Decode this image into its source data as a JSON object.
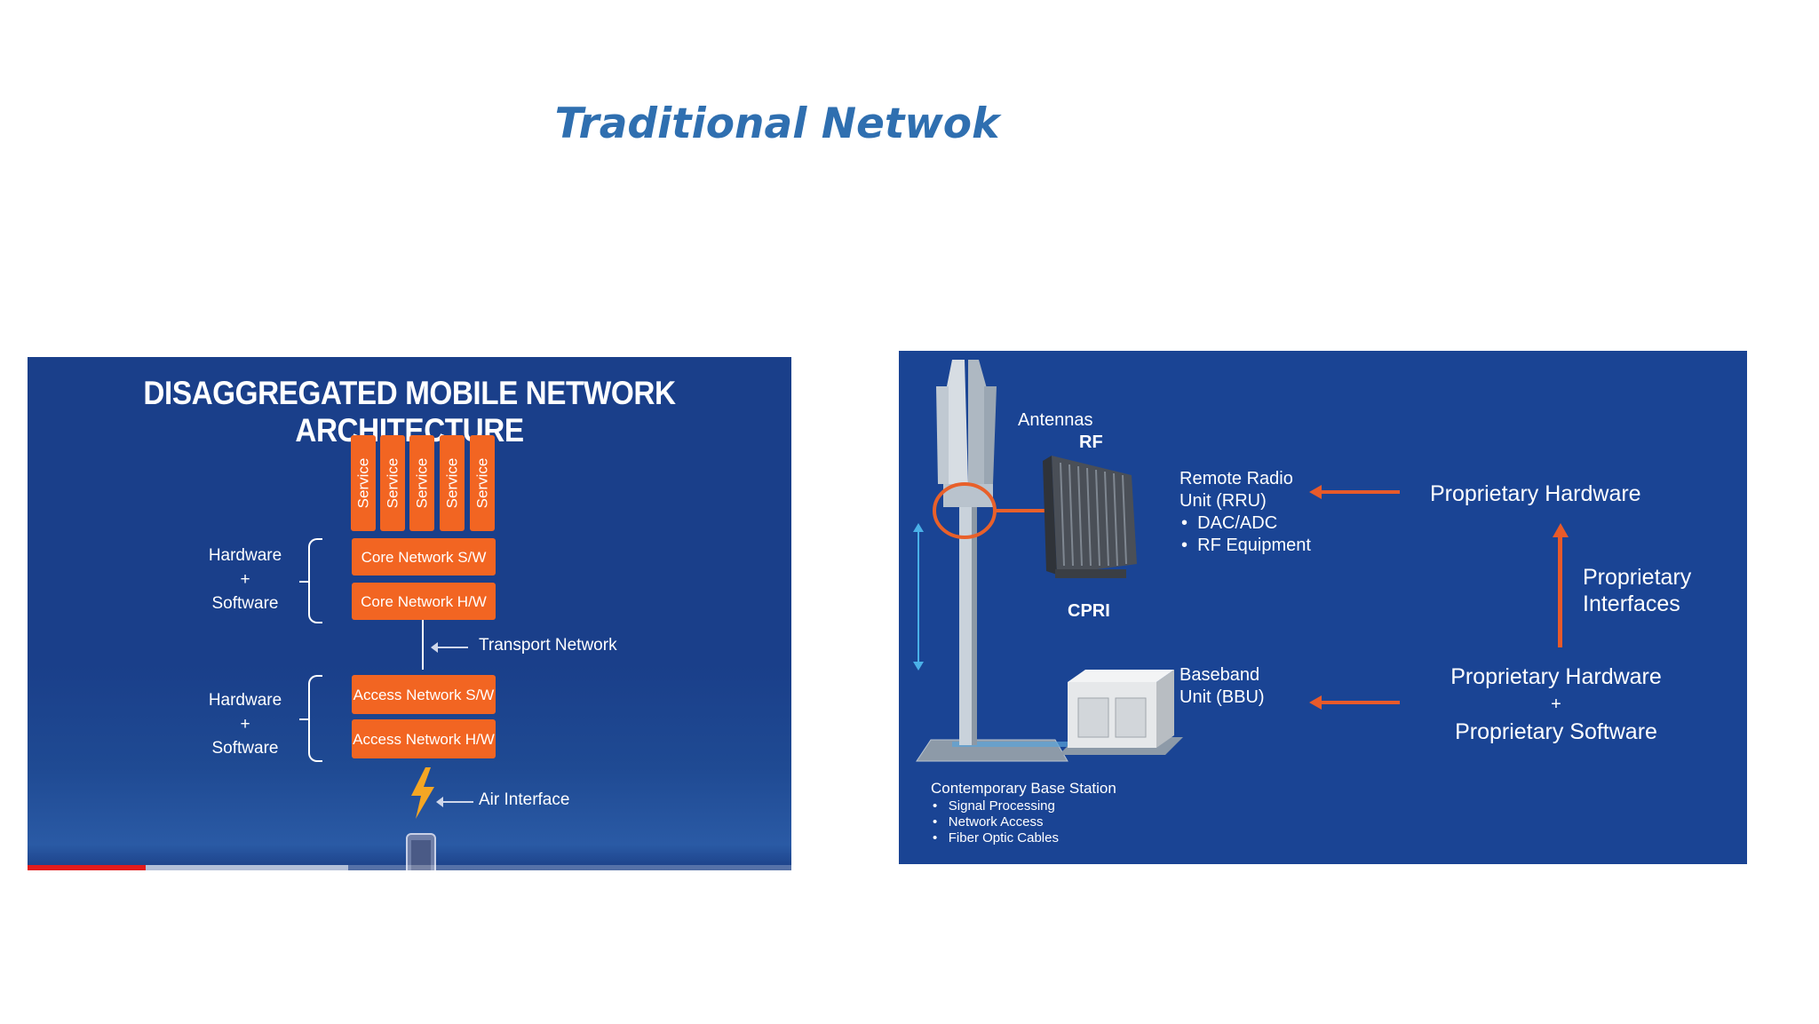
{
  "title": "Traditional Netwok",
  "left_slide": {
    "heading": "DISAGGREGATED MOBILE NETWORK ARCHITECTURE",
    "services": [
      "Service",
      "Service",
      "Service",
      "Service",
      "Service"
    ],
    "core_sw": "Core Network S/W",
    "core_hw": "Core Network H/W",
    "access_sw": "Access Network S/W",
    "access_hw": "Access Network H/W",
    "hw_sw_top": {
      "hardware": "Hardware",
      "plus": "+",
      "software": "Software"
    },
    "hw_sw_bottom": {
      "hardware": "Hardware",
      "plus": "+",
      "software": "Software"
    },
    "transport": "Transport Network",
    "air": "Air Interface",
    "progress_fraction": 0.155,
    "buffered_fraction": 0.42,
    "colors": {
      "background": "#1a3f8a",
      "box": "#f26522",
      "progress": "#e21b1b"
    }
  },
  "right_slide": {
    "antennas": "Antennas",
    "rf": "RF",
    "cpri": "CPRI",
    "rru": {
      "line1": "Remote Radio",
      "line2": "Unit (RRU)",
      "bullets": [
        "DAC/ADC",
        "RF Equipment"
      ]
    },
    "bbu": {
      "line1": "Baseband",
      "line2": "Unit (BBU)"
    },
    "prop_hw_top": "Proprietary Hardware",
    "prop_interfaces": {
      "line1": "Proprietary",
      "line2": "Interfaces"
    },
    "prop_hw_bottom": "Proprietary Hardware",
    "plus": "+",
    "prop_sw": "Proprietary Software",
    "base_station": {
      "heading": "Contemporary Base Station",
      "bullets": [
        "Signal Processing",
        "Network Access",
        "Fiber Optic Cables"
      ]
    },
    "colors": {
      "background": "#1a4494",
      "arrow": "#e85a2a",
      "highlight": "#e8602a",
      "link": "#4ab0e8"
    }
  }
}
